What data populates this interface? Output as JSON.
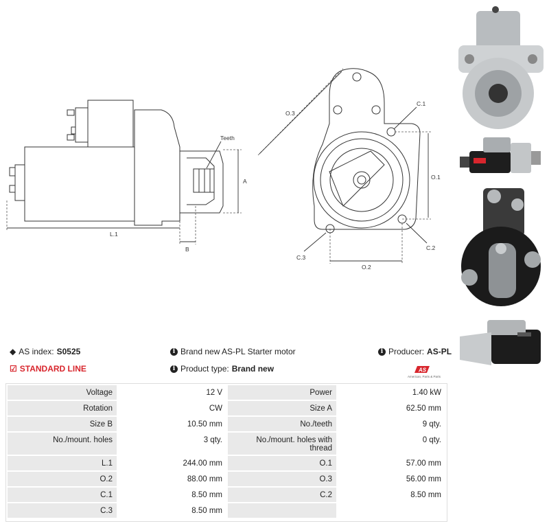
{
  "drawing": {
    "side_labels": {
      "teeth": "Teeth",
      "a": "A",
      "l1": "L.1",
      "b": "B"
    },
    "front_labels": {
      "o3": "O.3",
      "c1": "C.1",
      "o1": "O.1",
      "c2": "C.2",
      "c3": "C.3",
      "o2": "O.2"
    }
  },
  "info": {
    "as_index_label": "AS index:",
    "as_index_value": "S0525",
    "standard_line": "STANDARD LINE",
    "description": "Brand new AS-PL Starter motor",
    "product_type_label": "Product type:",
    "product_type_value": "Brand new",
    "producer_label": "Producer:",
    "producer_value": "AS-PL",
    "logo_text": "AS",
    "logo_tagline": "American, Parts & Parts"
  },
  "specs": [
    [
      "Voltage",
      "12 V",
      "Power",
      "1.40 kW"
    ],
    [
      "Rotation",
      "CW",
      "Size A",
      "62.50 mm"
    ],
    [
      "Size B",
      "10.50 mm",
      "No./teeth",
      "9 qty."
    ],
    [
      "No./mount. holes",
      "3 qty.",
      "No./mount. holes with thread",
      "0 qty."
    ],
    [
      "L.1",
      "244.00 mm",
      "O.1",
      "57.00 mm"
    ],
    [
      "O.2",
      "88.00 mm",
      "O.3",
      "56.00 mm"
    ],
    [
      "C.1",
      "8.50 mm",
      "C.2",
      "8.50 mm"
    ],
    [
      "C.3",
      "8.50 mm",
      "",
      ""
    ]
  ],
  "colors": {
    "accent": "#d8262d",
    "label_bg": "#e9e9e9"
  }
}
